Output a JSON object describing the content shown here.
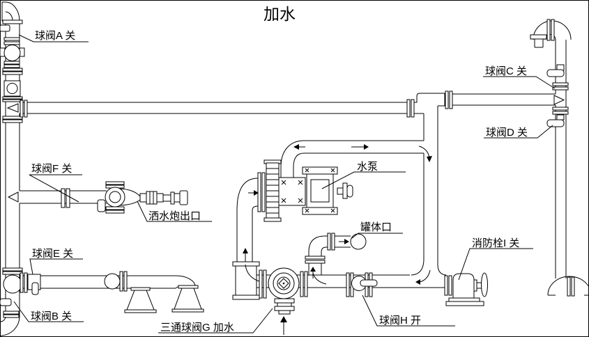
{
  "title": "加水",
  "colors": {
    "background": "#ffffff",
    "line": "#000000"
  },
  "labels": {
    "valve_a": "球阀A 关",
    "valve_c": "球阀C 关",
    "valve_d": "球阀D 关",
    "valve_f": "球阀F 关",
    "cannon_outlet": "洒水炮出口",
    "valve_e": "球阀E 关",
    "valve_b": "球阀B 关",
    "three_way_valve_g": "三通球阀G 加水",
    "valve_h": "球阀H 开",
    "hydrant_i": "消防栓I 关",
    "water_pump": "水泵",
    "tank_port": "罐体口"
  }
}
